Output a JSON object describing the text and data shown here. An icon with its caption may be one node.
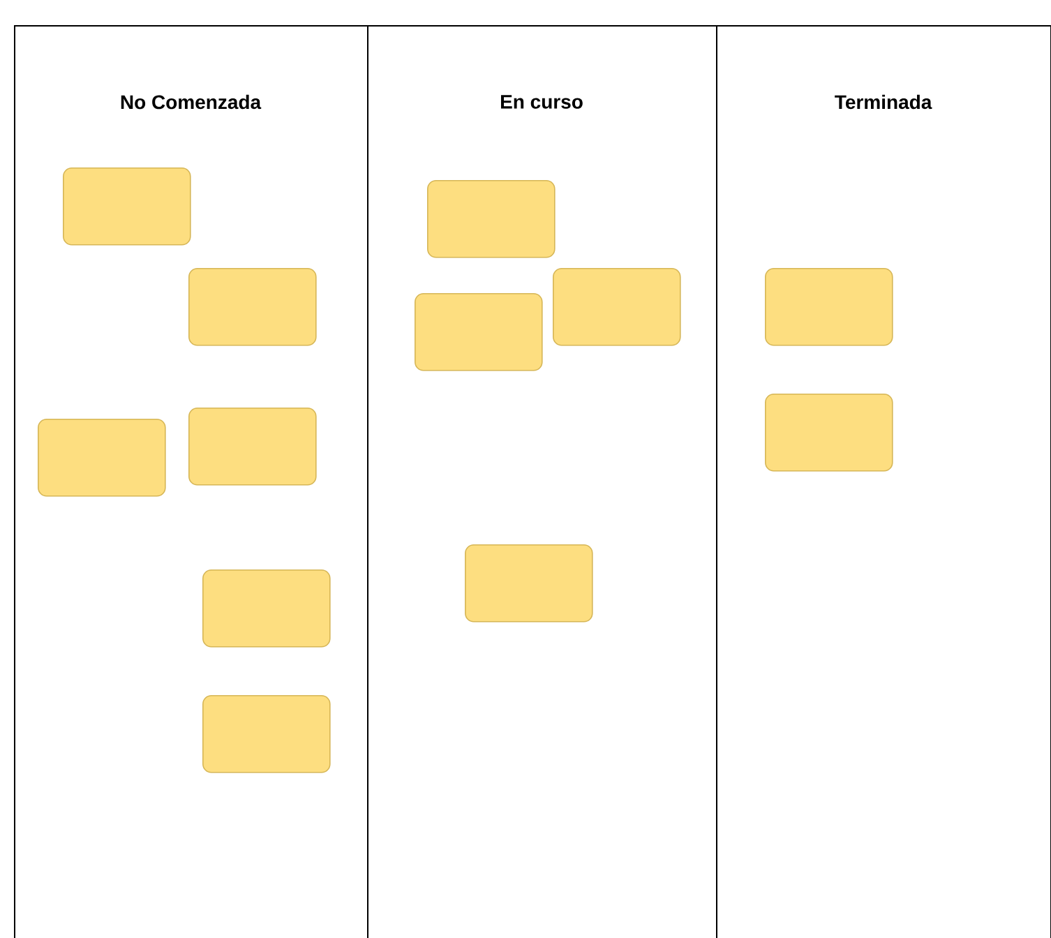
{
  "diagram": {
    "nodes": [
      {
        "text": [
          "No Comenzada"
        ]
      },
      {
        "text": [
          "En curso"
        ]
      },
      {
        "text": [
          "Terminada"
        ]
      },
      {
        "text": [],
        "shape": "box",
        "in": 0
      },
      {
        "text": [],
        "shape": "box",
        "in": 0
      },
      {
        "text": [],
        "shape": "box",
        "in": 0
      },
      {
        "text": [],
        "shape": "box",
        "in": 0
      },
      {
        "text": [],
        "shape": "box",
        "in": 0
      },
      {
        "text": [],
        "shape": "box",
        "in": 0
      },
      {
        "text": [],
        "shape": "box",
        "in": 1
      },
      {
        "text": [],
        "shape": "box",
        "in": 1
      },
      {
        "text": [],
        "shape": "box",
        "in": 1
      },
      {
        "text": [],
        "shape": "box",
        "in": 1
      },
      {
        "text": [],
        "shape": "box",
        "in": 2
      },
      {
        "text": [],
        "shape": "box",
        "in": 2
      }
    ]
  }
}
